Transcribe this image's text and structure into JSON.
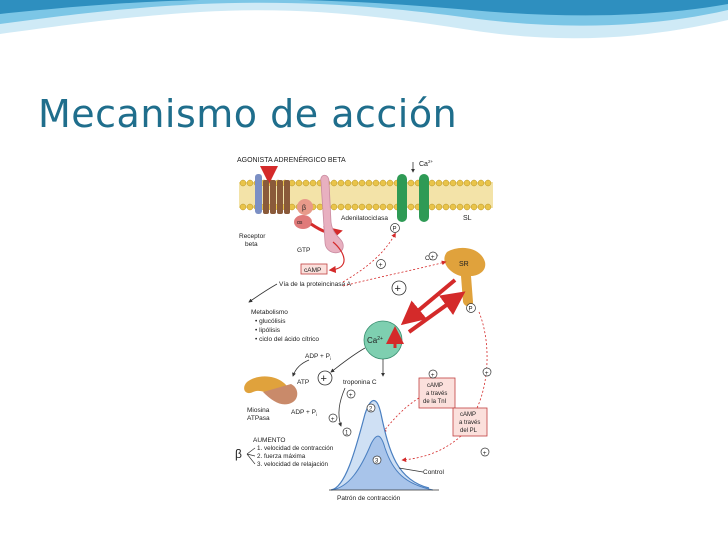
{
  "slide": {
    "title": "Mecanismo de acción"
  },
  "diagram": {
    "agonist": "AGONISTA ADRENÉRGICO BETA",
    "ca_top": "Ca",
    "ca_sup": "2+",
    "adenylate": "Adenilatociclasa",
    "sl": "SL",
    "receptor_line1": "Receptor",
    "receptor_line2": "beta",
    "beta": "β",
    "alpha_s": "αs",
    "gtp": "GTP",
    "camp": "cAMP",
    "pka_path": "Vía de la proteincinasa A",
    "ca_sr": "Ca",
    "sr": "SR",
    "p": "P",
    "plus": "+",
    "metabolism_title": "Metabolismo",
    "metabolism_items": [
      "• glucólisis",
      "• lipólisis",
      "• ciclo del ácido cítrico"
    ],
    "ca_center": "Ca",
    "adp_pi_top": "ADP + P",
    "pi_sub": "i",
    "atp": "ATP",
    "troponin": "troponina C",
    "myosin_line1": "Miosina",
    "myosin_line2": "ATPasa",
    "adp_pi_bottom": "ADP + P",
    "camp_tni": [
      "cAMP",
      "a través",
      "de la TnI"
    ],
    "camp_pl": [
      "cAMP",
      "a través",
      "del PL"
    ],
    "increase_title": "AUMENTO",
    "increase_items": [
      "1. velocidad de contracción",
      "2. fuerza máxima",
      "3. velocidad de relajación"
    ],
    "beta_symbol": "β",
    "num1": "1",
    "num2": "2",
    "num3": "3",
    "control": "Control",
    "pattern": "Patrón de contracción"
  },
  "colors": {
    "title": "#1f6e8c",
    "wave_light": "#cfeaf6",
    "wave_mid": "#7cc6e6",
    "wave_dark": "#2e8fbf",
    "arrow_red": "#d42a2a",
    "membrane": "#e9c44a",
    "channel_green": "#2e9a55",
    "sr_orange": "#e0a23c",
    "ca_circle": "#7ecfb0",
    "curve_blue": "#4a7fc0"
  }
}
